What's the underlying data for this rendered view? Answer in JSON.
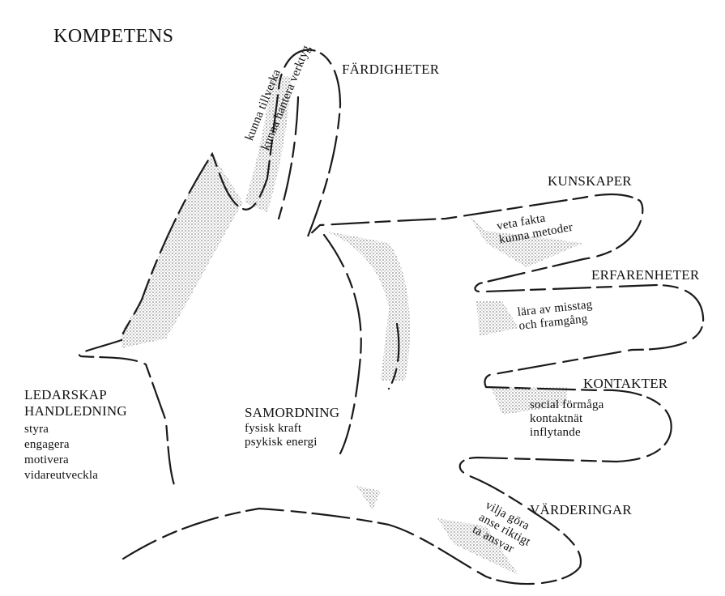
{
  "title": "KOMPETENS",
  "fingers": {
    "thumb": {
      "heading": "FÄRDIGHETER",
      "lines": [
        "kunna tillverka",
        "kunna hantera verktyg"
      ]
    },
    "index": {
      "heading": "KUNSKAPER",
      "lines": [
        "veta fakta",
        "kunna metoder"
      ]
    },
    "middle": {
      "heading": "ERFARENHETER",
      "lines": [
        "lära av misstag",
        "och framgång"
      ]
    },
    "ring": {
      "heading": "KONTAKTER",
      "lines": [
        "social förmåga",
        "kontaktnät",
        "inflytande"
      ]
    },
    "little": {
      "heading": "VÄRDERINGAR",
      "lines": [
        "vilja göra",
        "anse riktigt",
        "ta ansvar"
      ]
    }
  },
  "palm": {
    "heading": "SAMORDNING",
    "lines": [
      "fysisk kraft",
      "psykisk energi"
    ]
  },
  "wrist": {
    "headings": [
      "LEDARSKAP",
      "HANDLEDNING"
    ],
    "lines": [
      "styra",
      "engagera",
      "motivera",
      "vidareutveckla"
    ]
  }
}
